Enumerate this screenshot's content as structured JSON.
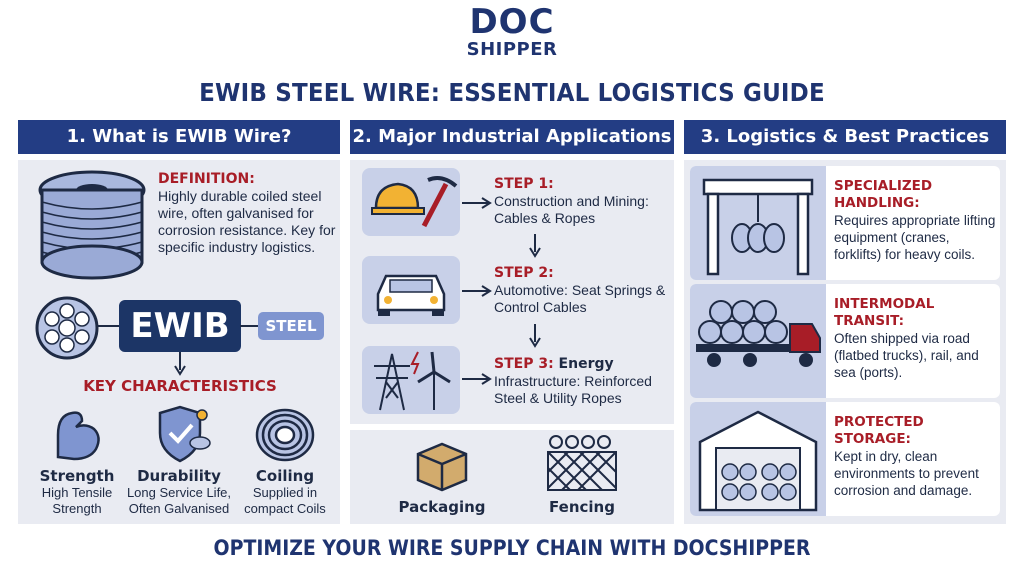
{
  "logo": {
    "line1": "DOC",
    "line2": "SHIPPER"
  },
  "title": "EWIB STEEL WIRE: ESSENTIAL LOGISTICS GUIDE",
  "columns": [
    {
      "heading": "1. What is EWIB Wire?"
    },
    {
      "heading": "2. Major Industrial Applications"
    },
    {
      "heading": "3. Logistics & Best Practices"
    }
  ],
  "definition": {
    "label": "DEFINITION:",
    "text": "Highly durable coiled steel wire, often galvanised for corrosion resistance. Key for specific industry logistics."
  },
  "ewib_label": "EWIB",
  "steel_label": "STEEL",
  "key_characteristics": "KEY CHARACTERISTICS",
  "features": [
    {
      "name": "Strength",
      "desc": "High Tensile Strength",
      "icon": "flexed-arm-icon"
    },
    {
      "name": "Durability",
      "desc": "Long Service Life, Often Galvanised",
      "icon": "shield-weather-icon"
    },
    {
      "name": "Coiling",
      "desc": "Supplied in compact Coils",
      "icon": "wire-coil-icon"
    }
  ],
  "steps": [
    {
      "label": "STEP 1:",
      "label_extra": "",
      "text": "Construction and Mining: Cables & Ropes",
      "icon": "hardhat-pickaxe-icon"
    },
    {
      "label": "STEP 2:",
      "label_extra": "",
      "text": "Automotive: Seat Springs & Control Cables",
      "icon": "car-icon"
    },
    {
      "label": "STEP 3:",
      "label_extra": "Energy",
      "text": "Infrastructure: Reinforced Steel & Utility Ropes",
      "icon": "pylon-wind-turbine-icon"
    }
  ],
  "extras": [
    {
      "label": "Packaging",
      "icon": "boxes-icon"
    },
    {
      "label": "Fencing",
      "icon": "barbed-fence-icon"
    }
  ],
  "practices": [
    {
      "label": "SPECIALIZED HANDLING:",
      "text": "Requires appropriate lifting equipment (cranes, forklifts) for heavy coils.",
      "icon": "gantry-crane-icon"
    },
    {
      "label": "INTERMODAL TRANSIT:",
      "text": "Often shipped via road (flatbed trucks), rail, and sea (ports).",
      "icon": "flatbed-truck-icon"
    },
    {
      "label": "PROTECTED STORAGE:",
      "text": "Kept in dry, clean environments to prevent corrosion and damage.",
      "icon": "warehouse-icon"
    }
  ],
  "footer": "OPTIMIZE YOUR WIRE SUPPLY CHAIN WITH DOCSHIPPER",
  "colors": {
    "navy": "#233d84",
    "red": "#a81d27",
    "panel": "#e9ebf2",
    "icon_bg": "#c8d0e8"
  }
}
